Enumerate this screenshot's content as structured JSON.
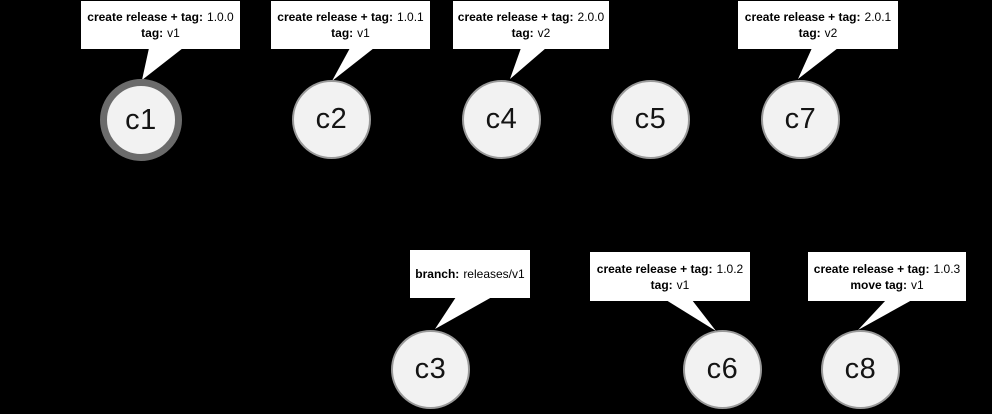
{
  "diagram": {
    "type": "git-commit-release-graph",
    "background": "#000000",
    "colors": {
      "background": "#000000",
      "node_fill": "#f2f2f2",
      "node_border": "#999999",
      "node_border_emphasized": "#6b6b6b",
      "callout_bg": "#ffffff",
      "text": "#141414"
    },
    "nodes": [
      {
        "id": "c1",
        "label": "c1",
        "row": "top",
        "emphasized": true
      },
      {
        "id": "c2",
        "label": "c2",
        "row": "top",
        "emphasized": false
      },
      {
        "id": "c4",
        "label": "c4",
        "row": "top",
        "emphasized": false
      },
      {
        "id": "c5",
        "label": "c5",
        "row": "top",
        "emphasized": false
      },
      {
        "id": "c7",
        "label": "c7",
        "row": "top",
        "emphasized": false
      },
      {
        "id": "c3",
        "label": "c3",
        "row": "bottom",
        "emphasized": false
      },
      {
        "id": "c6",
        "label": "c6",
        "row": "bottom",
        "emphasized": false
      },
      {
        "id": "c8",
        "label": "c8",
        "row": "bottom",
        "emphasized": false
      }
    ],
    "callouts": [
      {
        "target": "c1",
        "line1_label": "create release + tag:",
        "line1_value": "1.0.0",
        "line2_label": "tag:",
        "line2_value": "v1"
      },
      {
        "target": "c2",
        "line1_label": "create release + tag:",
        "line1_value": "1.0.1",
        "line2_label": "tag:",
        "line2_value": "v1"
      },
      {
        "target": "c4",
        "line1_label": "create release + tag:",
        "line1_value": "2.0.0",
        "line2_label": "tag:",
        "line2_value": "v2"
      },
      {
        "target": "c7",
        "line1_label": "create release + tag:",
        "line1_value": "2.0.1",
        "line2_label": "tag:",
        "line2_value": "v2"
      },
      {
        "target": "c3",
        "line1_label": "branch:",
        "line1_value": "releases/v1"
      },
      {
        "target": "c6",
        "line1_label": "create release + tag:",
        "line1_value": "1.0.2",
        "line2_label": "tag:",
        "line2_value": "v1"
      },
      {
        "target": "c8",
        "line1_label": "create release + tag:",
        "line1_value": "1.0.3",
        "line2_label": "move tag:",
        "line2_value": "v1"
      }
    ]
  }
}
